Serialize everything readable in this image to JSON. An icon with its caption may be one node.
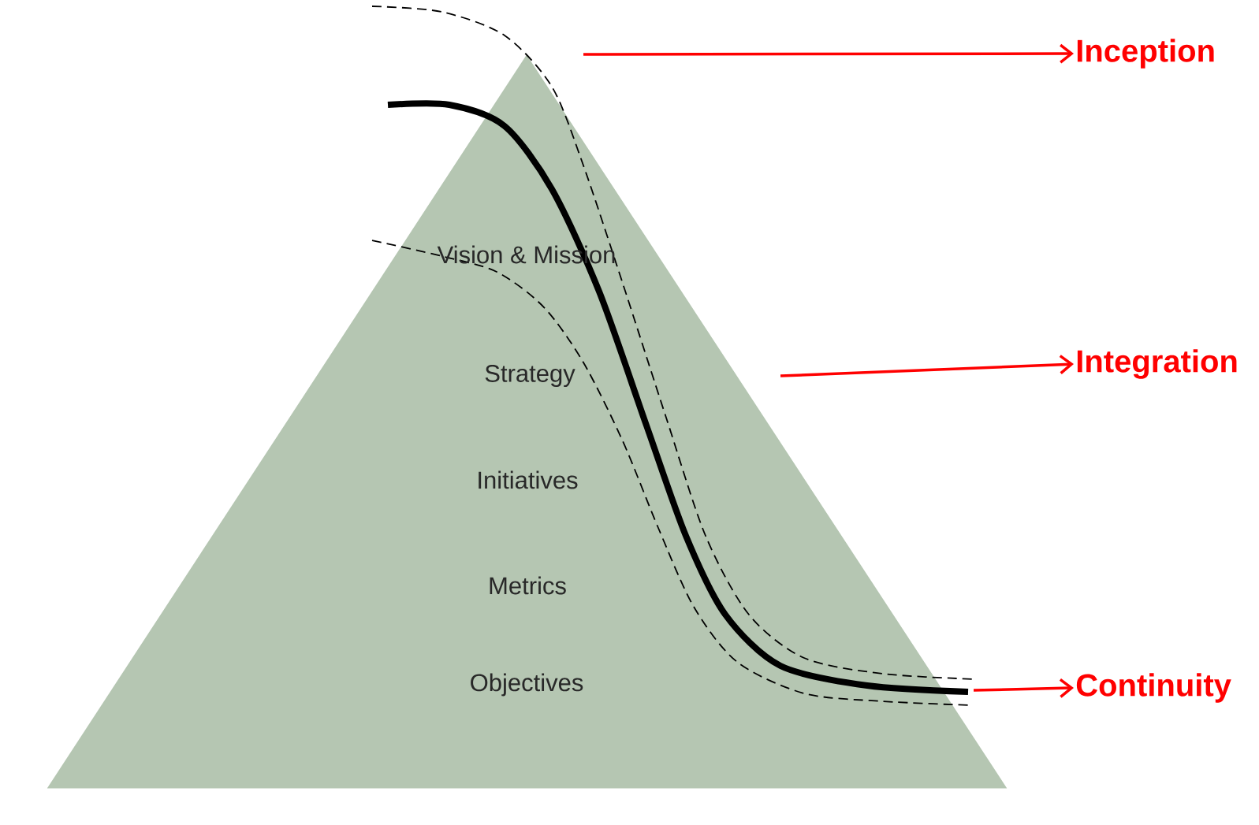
{
  "diagram": {
    "nodes": [
      {
        "text": [
          "Vision & Mission",
          "Strategy",
          "Initiatives",
          "Metrics",
          "Objectives"
        ]
      },
      {
        "text": [
          "Inception"
        ]
      },
      {
        "text": [
          "Integration"
        ]
      },
      {
        "text": [
          "Continuity"
        ]
      }
    ],
    "edges": [
      {
        "from": null,
        "to": 1,
        "arrow": "to"
      },
      {
        "from": null,
        "to": 2,
        "arrow": "to"
      },
      {
        "from": null,
        "to": 3,
        "arrow": "to"
      }
    ]
  }
}
